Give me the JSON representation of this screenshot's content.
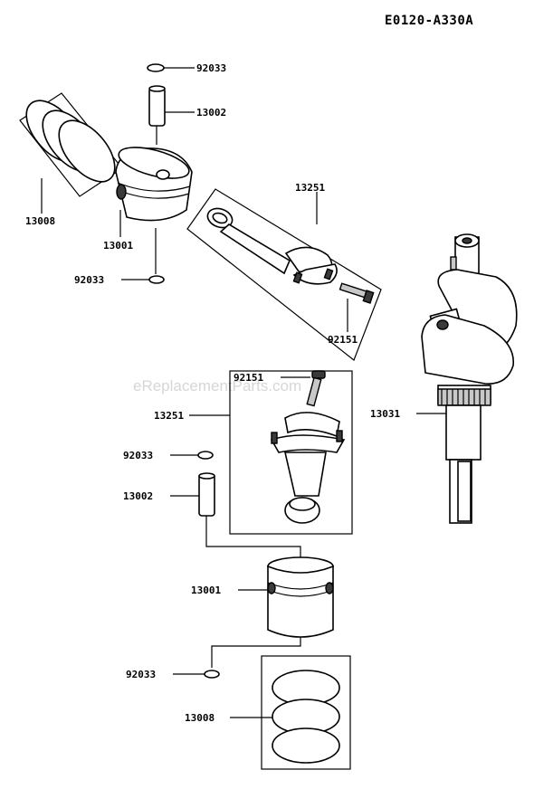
{
  "diagram_code": "E0120-A330A",
  "watermark": "eReplacementParts.com",
  "labels": {
    "ring_top": "92033",
    "pin_top": "13002",
    "rings_top": "13008",
    "piston_top": "13001",
    "ring_clip_top": "92033",
    "conrod_top": "13251",
    "bolt_top": "92151",
    "bolt_mid": "92151",
    "conrod_mid": "13251",
    "clip_mid": "92033",
    "pin_mid": "13002",
    "crankshaft": "13031",
    "piston_bottom": "13001",
    "clip_bottom": "92033",
    "rings_bottom": "13008"
  }
}
